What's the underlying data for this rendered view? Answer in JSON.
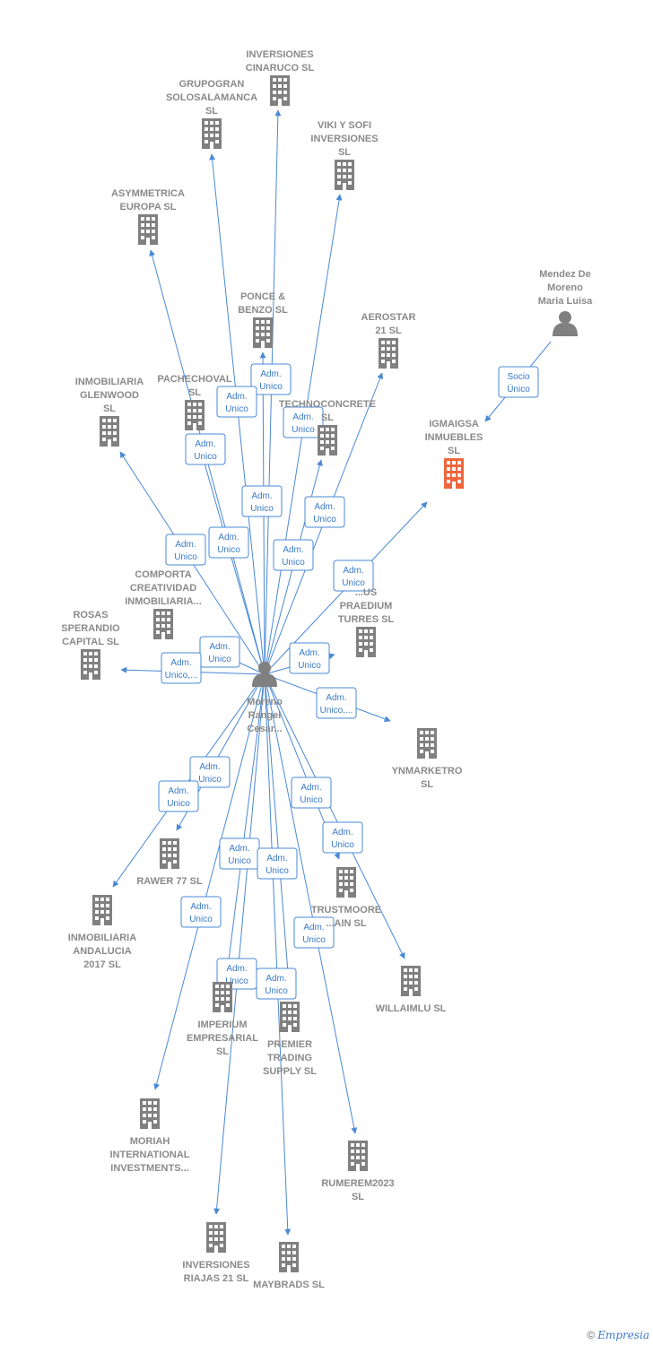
{
  "colors": {
    "edge": "#4a89d6",
    "building": "#808080",
    "building_highlight": "#f0663c",
    "person": "#808080",
    "label": "#8a8a8a",
    "edge_label": "#3a7ac8"
  },
  "nodes": [
    {
      "id": "center",
      "type": "person",
      "label": [
        "Moreno",
        "Rangel",
        "Cesar..."
      ]
    },
    {
      "id": "mendez",
      "type": "person",
      "label": [
        "Mendez De",
        "Moreno",
        "Maria Luisa"
      ]
    },
    {
      "id": "igmaigsa",
      "type": "company",
      "highlight": true,
      "label": [
        "IGMAIGSA",
        "INMUEBLES",
        "SL"
      ]
    },
    {
      "id": "cinaruco",
      "type": "company",
      "label": [
        "INVERSIONES",
        "CINARUCO  SL"
      ]
    },
    {
      "id": "grupogran",
      "type": "company",
      "label": [
        "GRUPOGRAN",
        "SOLOSALAMANCA",
        "SL"
      ]
    },
    {
      "id": "vikisofi",
      "type": "company",
      "label": [
        "VIKI Y SOFI",
        "INVERSIONES",
        "SL"
      ]
    },
    {
      "id": "asymmetrica",
      "type": "company",
      "label": [
        "ASYMMETRICA",
        "EUROPA  SL"
      ]
    },
    {
      "id": "poncebenzo",
      "type": "company",
      "label": [
        "PONCE &",
        "BENZO  SL"
      ]
    },
    {
      "id": "aerostar",
      "type": "company",
      "label": [
        "AEROSTAR",
        "21  SL"
      ]
    },
    {
      "id": "glenwood",
      "type": "company",
      "label": [
        "INMOBILIARIA",
        "GLENWOOD",
        "SL"
      ]
    },
    {
      "id": "pachechoval",
      "type": "company",
      "label": [
        "PACHECHOVAL",
        "SL"
      ]
    },
    {
      "id": "technoconcrete",
      "type": "company",
      "label": [
        "TECHNOCONCRETE",
        "SL"
      ]
    },
    {
      "id": "comporta",
      "type": "company",
      "label": [
        "COMPORTA",
        "CREATIVIDAD",
        "INMOBILIARIA..."
      ]
    },
    {
      "id": "praedium",
      "type": "company",
      "label": [
        "...US",
        "PRAEDIUM",
        "TURRES  SL"
      ]
    },
    {
      "id": "rosas",
      "type": "company",
      "label": [
        "ROSAS",
        "SPERANDIO",
        "CAPITAL  SL"
      ]
    },
    {
      "id": "ynmarketro",
      "type": "company",
      "label": [
        "YNMARKETRO",
        "SL"
      ]
    },
    {
      "id": "rawer",
      "type": "company",
      "label": [
        "RAWER 77  SL"
      ]
    },
    {
      "id": "andalucia",
      "type": "company",
      "label": [
        "INMOBILIARIA",
        "ANDALUCIA",
        "2017  SL"
      ]
    },
    {
      "id": "trustmoore",
      "type": "company",
      "label": [
        "TRUSTMOORE",
        "...AIN  SL"
      ]
    },
    {
      "id": "willaimlu",
      "type": "company",
      "label": [
        "WILLAIMLU  SL"
      ]
    },
    {
      "id": "imperium",
      "type": "company",
      "label": [
        "IMPERIUM",
        "EMPRESARIAL",
        "SL"
      ]
    },
    {
      "id": "premier",
      "type": "company",
      "label": [
        "PREMIER",
        "TRADING",
        "SUPPLY  SL"
      ]
    },
    {
      "id": "moriah",
      "type": "company",
      "label": [
        "MORIAH",
        "INTERNATIONAL",
        "INVESTMENTS..."
      ]
    },
    {
      "id": "rumerem",
      "type": "company",
      "label": [
        "RUMEREM2023",
        "SL"
      ]
    },
    {
      "id": "riajas",
      "type": "company",
      "label": [
        "INVERSIONES",
        "RIAJAS 21  SL"
      ]
    },
    {
      "id": "maybrads",
      "type": "company",
      "label": [
        "MAYBRADS  SL"
      ]
    }
  ],
  "edges": [
    {
      "from": "mendez",
      "to": "igmaigsa",
      "label": [
        "Socio",
        "Único"
      ]
    },
    {
      "from": "center",
      "to": "cinaruco",
      "label": [
        "Adm.",
        "Unico"
      ]
    },
    {
      "from": "center",
      "to": "grupogran",
      "label": [
        "Adm.",
        "Unico"
      ]
    },
    {
      "from": "center",
      "to": "vikisofi",
      "label": [
        "Adm.",
        "Unico"
      ]
    },
    {
      "from": "center",
      "to": "asymmetrica",
      "label": [
        "Adm.",
        "Unico"
      ]
    },
    {
      "from": "center",
      "to": "poncebenzo",
      "label": [
        "Adm.",
        "Unico"
      ]
    },
    {
      "from": "center",
      "to": "aerostar",
      "label": [
        "Adm.",
        "Unico"
      ]
    },
    {
      "from": "center",
      "to": "glenwood",
      "label": [
        "Adm.",
        "Unico"
      ]
    },
    {
      "from": "center",
      "to": "pachechoval",
      "label": [
        "Adm.",
        "Unico"
      ]
    },
    {
      "from": "center",
      "to": "technoconcrete",
      "label": [
        "Adm.",
        "Unico"
      ]
    },
    {
      "from": "center",
      "to": "comporta",
      "label": [
        "Adm.",
        "Unico"
      ]
    },
    {
      "from": "center",
      "to": "igmaigsa",
      "label": [
        "Adm.",
        "Unico"
      ]
    },
    {
      "from": "center",
      "to": "praedium",
      "label": [
        "Adm.",
        "Unico"
      ]
    },
    {
      "from": "center",
      "to": "rosas",
      "label": [
        "Adm.",
        "Unico,..."
      ]
    },
    {
      "from": "center",
      "to": "ynmarketro",
      "label": [
        "Adm.",
        "Unico,..."
      ]
    },
    {
      "from": "center",
      "to": "rawer",
      "label": [
        "Adm.",
        "Unico"
      ]
    },
    {
      "from": "center",
      "to": "andalucia",
      "label": [
        "Adm.",
        "Unico"
      ]
    },
    {
      "from": "center",
      "to": "trustmoore",
      "label": [
        "Adm.",
        "Unico"
      ]
    },
    {
      "from": "center",
      "to": "willaimlu",
      "label": [
        "Adm.",
        "Unico"
      ]
    },
    {
      "from": "center",
      "to": "imperium",
      "label": [
        "Adm.",
        "Unico"
      ]
    },
    {
      "from": "center",
      "to": "premier",
      "label": [
        "Adm.",
        "Unico"
      ]
    },
    {
      "from": "center",
      "to": "moriah",
      "label": [
        "Adm.",
        "Unico"
      ]
    },
    {
      "from": "center",
      "to": "rumerem",
      "label": [
        "Adm.",
        "Unico"
      ]
    },
    {
      "from": "center",
      "to": "riajas",
      "label": [
        "Adm.",
        "Unico"
      ]
    },
    {
      "from": "center",
      "to": "maybrads",
      "label": [
        "Adm.",
        "Unico"
      ]
    }
  ],
  "brand": {
    "symbol": "©",
    "name": "Empresia"
  }
}
